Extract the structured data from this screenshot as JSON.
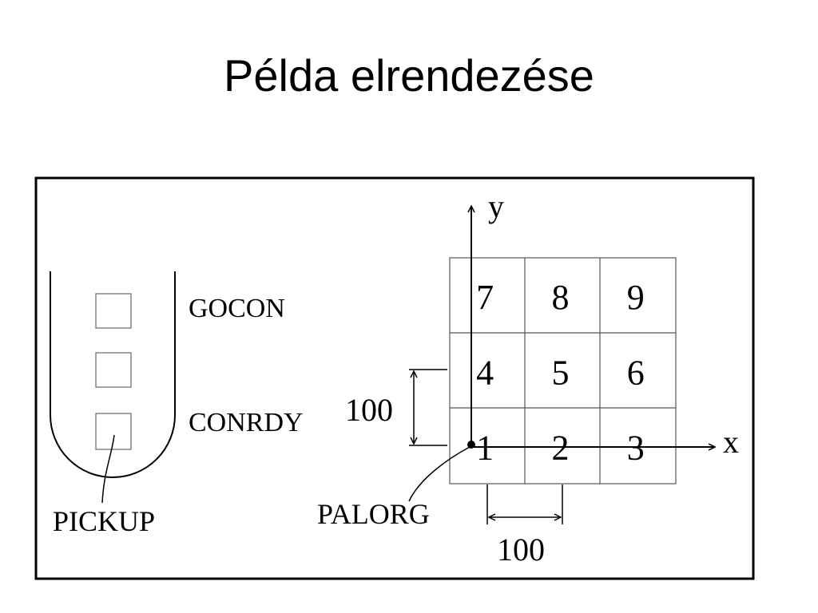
{
  "slide": {
    "title": "Példa elrendezése"
  },
  "diagram": {
    "labels": {
      "gocon": "GOCON",
      "conrdy": "CONRDY",
      "pickup": "PICKUP",
      "palorg": "PALORG",
      "y_axis": "y",
      "x_axis": "x",
      "dim_vertical": "100",
      "dim_horizontal": "100"
    },
    "grid_cells": [
      "7",
      "8",
      "9",
      "4",
      "5",
      "6",
      "1",
      "2",
      "3"
    ]
  }
}
